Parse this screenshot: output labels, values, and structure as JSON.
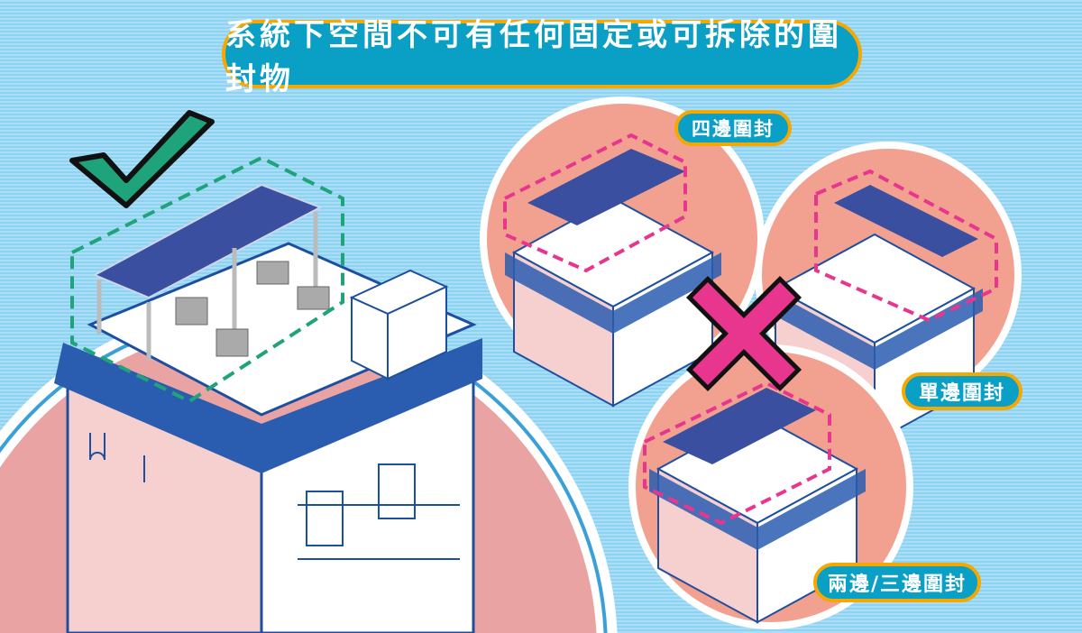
{
  "title": "系統下空間不可有任何固定或可拆除的圍封物",
  "labels": {
    "four_sides": "四邊圍封",
    "single_side": "單邊圍封",
    "two_three_sides": "兩邊/三邊圍封"
  },
  "marks": {
    "allowed": "check-icon",
    "not_allowed": "cross-icon"
  },
  "colors": {
    "background": "#8fd3f2",
    "pill": "#0a9fc4",
    "pill_border": "#f5a800",
    "check": "#1fa37a",
    "cross": "#e8368f",
    "circle": "#f2a08f"
  }
}
